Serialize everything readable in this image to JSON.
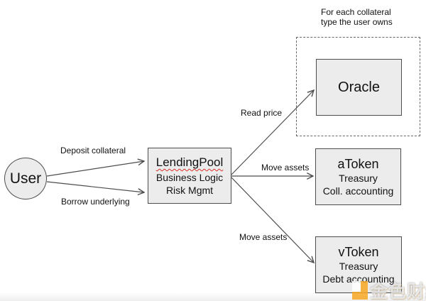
{
  "note": {
    "line1": "For each collateral",
    "line2": "type the user owns"
  },
  "nodes": {
    "user": {
      "label": "User"
    },
    "lending_pool": {
      "title": "LendingPool",
      "subtitle1": "Business Logic",
      "subtitle2": "Risk Mgmt"
    },
    "oracle": {
      "title": "Oracle"
    },
    "a_token": {
      "title": "aToken",
      "subtitle1": "Treasury",
      "subtitle2": "Coll. accounting"
    },
    "v_token": {
      "title": "vToken",
      "subtitle1": "Treasury",
      "subtitle2": "Debt accounting"
    }
  },
  "edges": {
    "deposit_collateral": {
      "label": "Deposit collateral"
    },
    "borrow_underlying": {
      "label": "Borrow underlying"
    },
    "read_price": {
      "label": "Read price"
    },
    "move_assets_atoken": {
      "label": "Move assets"
    },
    "move_assets_vtoken": {
      "label": "Move assets"
    }
  },
  "watermark": {
    "brand": "金色财经"
  },
  "colors": {
    "node_fill": "#ececec",
    "node_border": "#4d4d4d",
    "arrow": "#4d4d4d",
    "spellcheck_underline": "#d93025",
    "watermark_orange": "#f7a823"
  }
}
